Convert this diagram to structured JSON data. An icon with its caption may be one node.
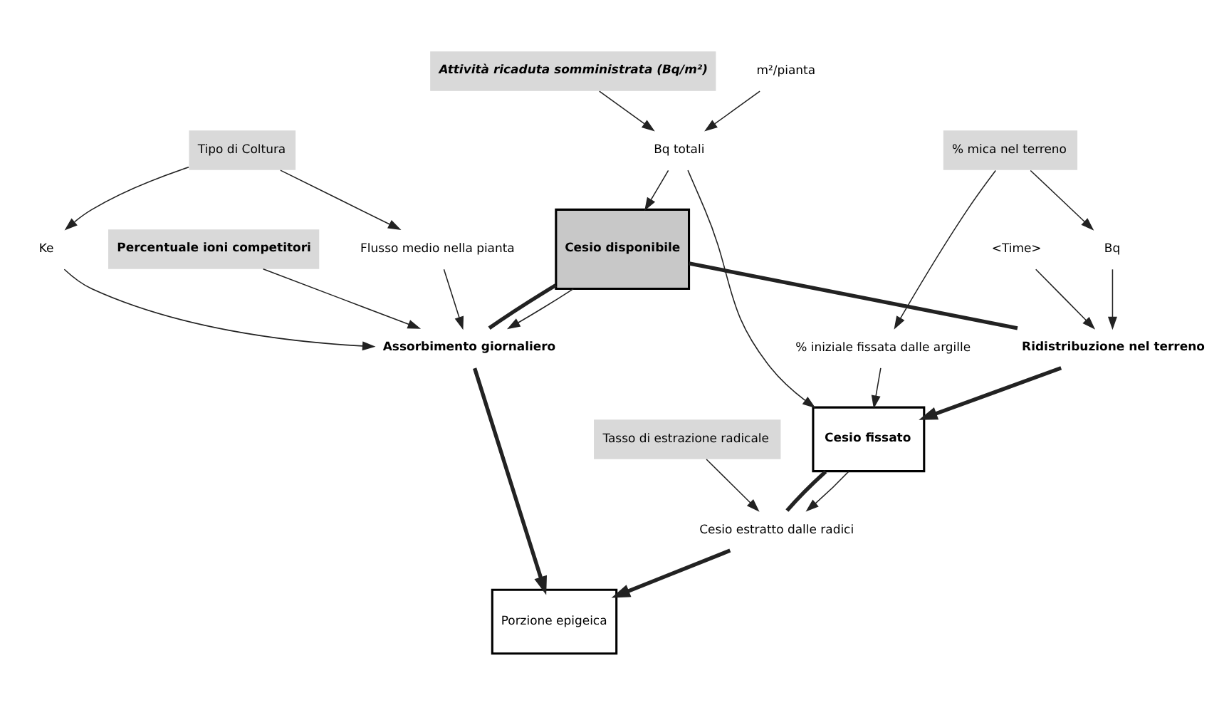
{
  "diagram": {
    "nodes": [
      {
        "text": [
          "% mica nel terreno"
        ]
      },
      {
        "text": [
          "Attività ricaduta somministrata (Bq/m²)"
        ]
      },
      {
        "text": [
          "m²/pianta"
        ]
      },
      {
        "text": [
          "% iniziale fissata dalle argille"
        ]
      },
      {
        "text": [
          "Bq"
        ]
      },
      {
        "text": [
          "Bq totali"
        ]
      },
      {
        "text": [
          "Percentuale ioni competitori"
        ]
      },
      {
        "text": [
          "Tipo di Coltura"
        ]
      },
      {
        "text": [
          "Flusso medio nella pianta"
        ]
      },
      {
        "text": [
          "Ke"
        ]
      },
      {
        "text": [
          "<Time>"
        ]
      },
      {
        "text": [
          "Cesio fissato"
        ]
      },
      {
        "text": [
          "Ridistribuzione nel terreno"
        ]
      },
      {
        "text": [
          "Cesio disponibile"
        ]
      },
      {
        "text": [
          "Assorbimento giornaliero"
        ]
      },
      {
        "text": [
          "Porzione epigeica"
        ]
      },
      {
        "text": [
          "Cesio estratto dalle radici"
        ]
      },
      {
        "text": [
          "Tasso di estrazione radicale"
        ]
      }
    ],
    "edges": [
      {
        "from": 0,
        "to": 3,
        "arrow": "to"
      },
      {
        "from": 0,
        "to": 4,
        "arrow": "to"
      },
      {
        "from": 1,
        "to": 5,
        "arrow": "to"
      },
      {
        "from": 2,
        "to": 5,
        "arrow": "to"
      },
      {
        "from": 3,
        "to": 11,
        "arrow": "to"
      },
      {
        "from": 5,
        "to": 11,
        "arrow": "to"
      },
      {
        "from": 5,
        "to": 13,
        "arrow": "to"
      },
      {
        "from": 4,
        "to": 12,
        "arrow": "to"
      },
      {
        "from": 10,
        "to": 12,
        "arrow": "to"
      },
      {
        "from": 13,
        "to": 12,
        "arrow": "none",
        "style": "thick"
      },
      {
        "from": 12,
        "to": 11,
        "arrow": "to",
        "style": "thick"
      },
      {
        "from": 13,
        "to": 14,
        "arrow": "none",
        "style": "thick"
      },
      {
        "from": 14,
        "to": 15,
        "arrow": "to",
        "style": "thick"
      },
      {
        "from": 13,
        "to": 14,
        "arrow": "to"
      },
      {
        "from": 6,
        "to": 14,
        "arrow": "to"
      },
      {
        "from": 8,
        "to": 14,
        "arrow": "to"
      },
      {
        "from": 9,
        "to": 14,
        "arrow": "to"
      },
      {
        "from": 7,
        "to": 8,
        "arrow": "to"
      },
      {
        "from": 7,
        "to": 9,
        "arrow": "to"
      },
      {
        "from": 11,
        "to": 16,
        "arrow": "none",
        "style": "thick"
      },
      {
        "from": 16,
        "to": 15,
        "arrow": "to",
        "style": "thick"
      },
      {
        "from": 11,
        "to": 16,
        "arrow": "to"
      },
      {
        "from": 17,
        "to": 16,
        "arrow": "to"
      }
    ]
  }
}
